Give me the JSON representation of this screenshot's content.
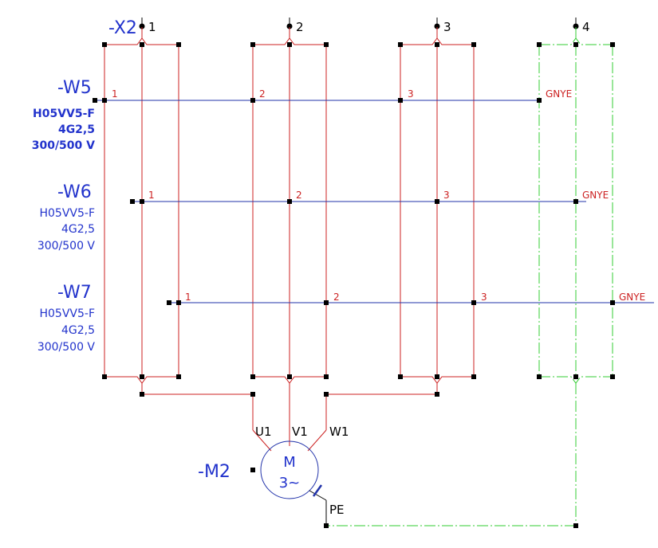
{
  "terminal_strip": {
    "tag": "-X2",
    "terminals": [
      "1",
      "2",
      "3",
      "4"
    ]
  },
  "cables": [
    {
      "tag": "-W5",
      "type": "H05VV5-F",
      "cross_section": "4G2,5",
      "voltage": "300/500 V",
      "cores": [
        "1",
        "2",
        "3"
      ],
      "pe_core": "GNYE"
    },
    {
      "tag": "-W6",
      "type": "H05VV5-F",
      "cross_section": "4G2,5",
      "voltage": "300/500 V",
      "cores": [
        "1",
        "2",
        "3"
      ],
      "pe_core": "GNYE"
    },
    {
      "tag": "-W7",
      "type": "H05VV5-F",
      "cross_section": "4G2,5",
      "voltage": "300/500 V",
      "cores": [
        "1",
        "2",
        "3"
      ],
      "pe_core": "GNYE"
    }
  ],
  "motor": {
    "tag": "-M2",
    "symbol": "M",
    "phases": "3~",
    "terminals": [
      "U1",
      "V1",
      "W1"
    ],
    "pe": "PE"
  },
  "colors": {
    "phase_wire": "#cc2222",
    "pe_wire": "#33cc33",
    "cable_line": "#2233aa",
    "label_blue": "#2233cc"
  }
}
